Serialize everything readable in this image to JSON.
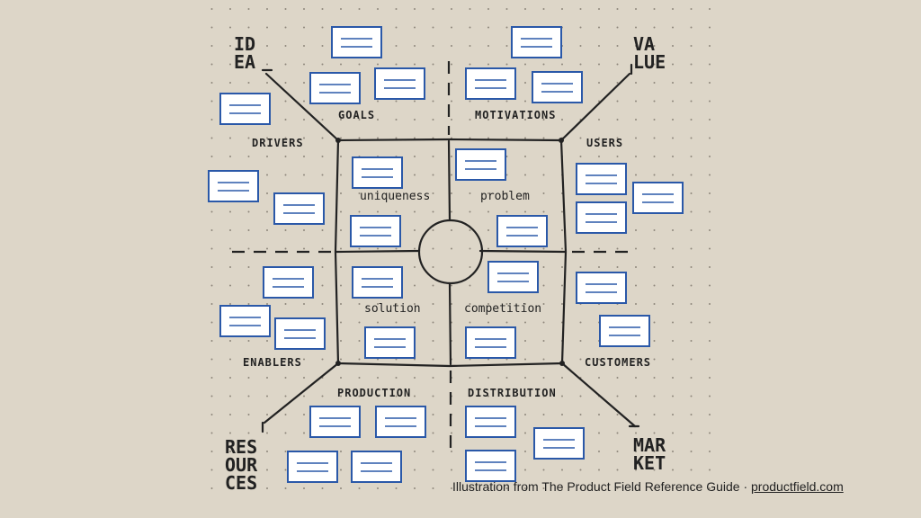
{
  "corners": {
    "idea": [
      "ID",
      "EA"
    ],
    "value": [
      "VA",
      "LUE"
    ],
    "resources": [
      "RES",
      "OUR",
      "CES"
    ],
    "market": [
      "MAR",
      "KET"
    ]
  },
  "sections": {
    "goals": "GOALS",
    "motivations": "MOTIVATIONS",
    "drivers": "DRIVERS",
    "users": "USERS",
    "enablers": "ENABLERS",
    "customers": "CUSTOMERS",
    "production": "PRODUCTION",
    "distribution": "DISTRIBUTION"
  },
  "quadrants": {
    "uniqueness": "uniqueness",
    "problem": "problem",
    "solution": "solution",
    "competition": "competition"
  },
  "caption": {
    "text": "Illustration from The Product Field Reference Guide · ",
    "link": "productfield.com"
  },
  "colors": {
    "background": "#ddd6c8",
    "card_fill": "#ffffff",
    "card_border": "#2a58a8",
    "ink": "#222222"
  }
}
